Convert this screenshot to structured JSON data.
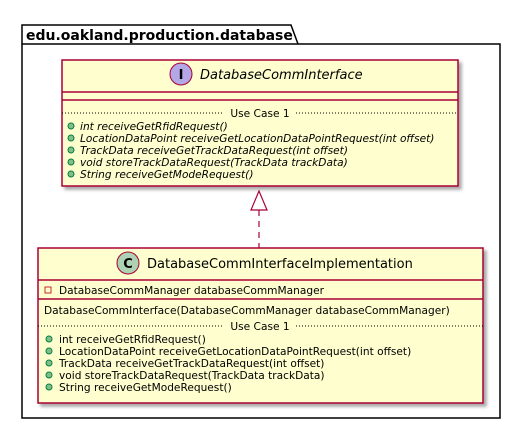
{
  "package": {
    "name": "edu.oakland.production.database"
  },
  "interface": {
    "stereotype_letter": "I",
    "name": "DatabaseCommInterface",
    "section_label": "Use Case 1",
    "methods": [
      "int receiveGetRfidRequest()",
      "LocationDataPoint receiveGetLocationDataPointRequest(int offset)",
      "TrackData receiveGetTrackDataRequest(int offset)",
      "void storeTrackDataRequest(TrackData trackData)",
      "String receiveGetModeRequest()"
    ]
  },
  "class": {
    "stereotype_letter": "C",
    "name": "DatabaseCommInterfaceImplementation",
    "fields": [
      "DatabaseCommManager databaseCommManager"
    ],
    "constructor": "DatabaseCommInterface(DatabaseCommManager databaseCommManager)",
    "section_label": "Use Case 1",
    "methods": [
      "int receiveGetRfidRequest()",
      "LocationDataPoint receiveGetLocationDataPointRequest(int offset)",
      "TrackData receiveGetTrackDataRequest(int offset)",
      "void storeTrackDataRequest(TrackData trackData)",
      "String receiveGetModeRequest()"
    ]
  },
  "colors": {
    "box_fill": "#FEFECE",
    "box_border": "#A80036",
    "interface_badge": "#B4A7E5",
    "class_badge": "#ADD1B2",
    "public_marker": "#84BE84",
    "private_marker": "#C82930"
  }
}
